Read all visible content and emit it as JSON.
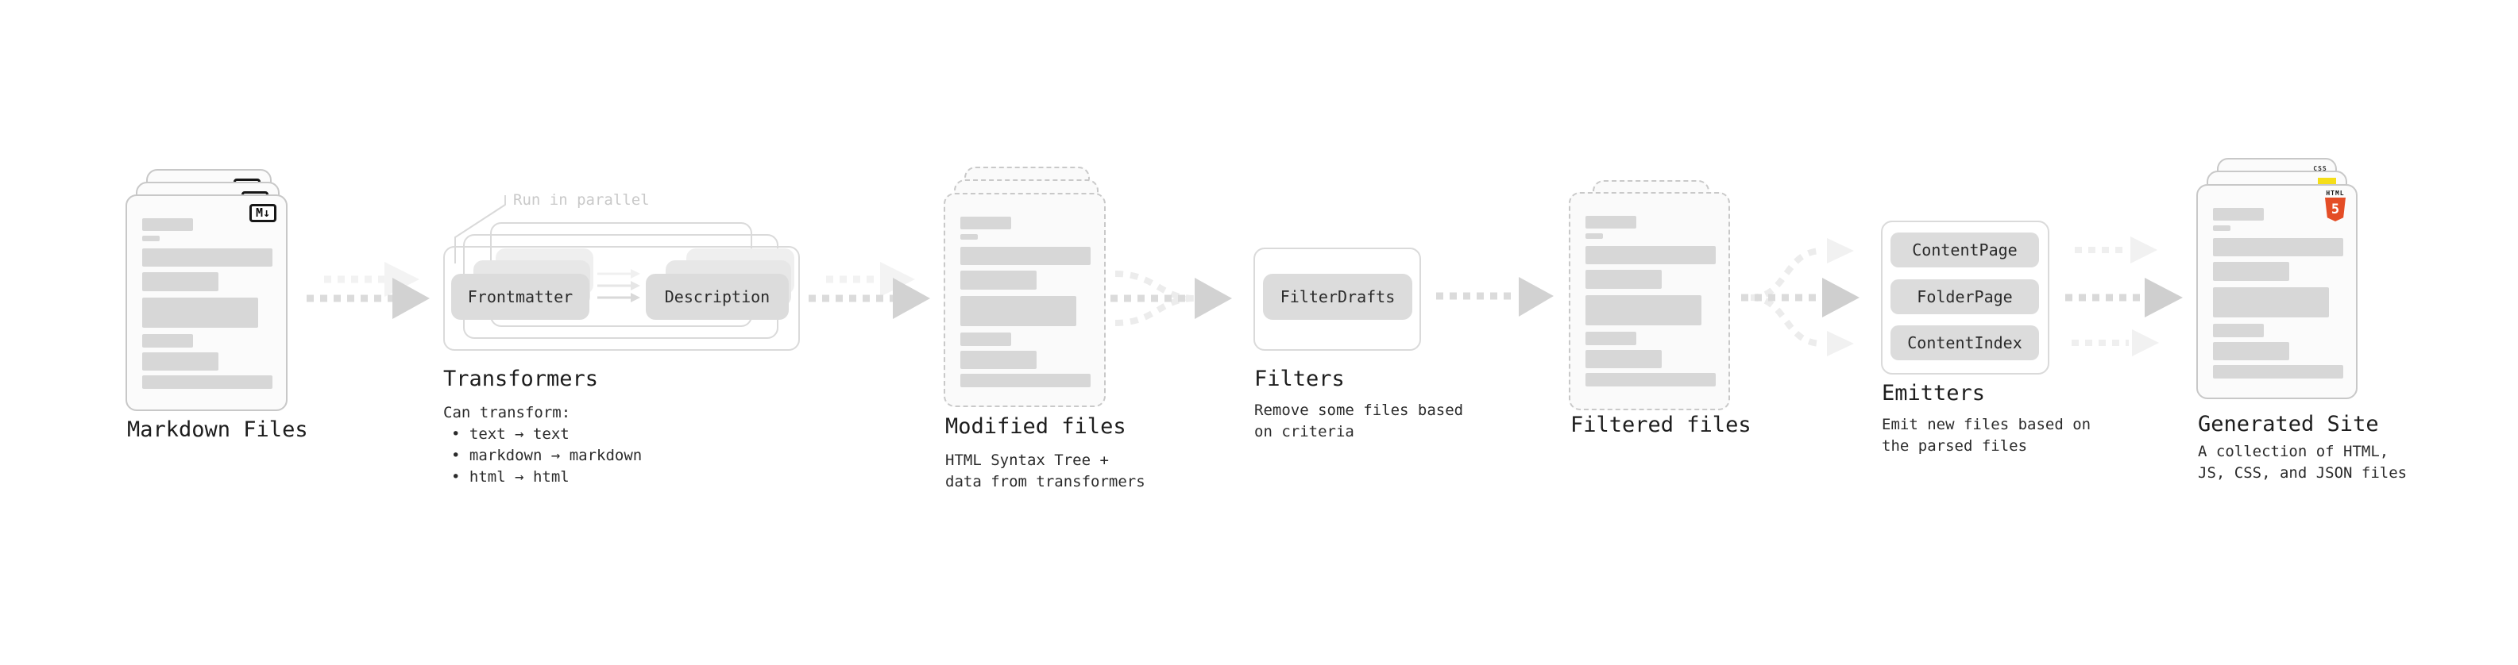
{
  "diagram": {
    "markdown_files": {
      "title": "Markdown Files"
    },
    "transformers": {
      "annotation": "Run in parallel",
      "pill_a": "Frontmatter",
      "pill_b": "Description",
      "title": "Transformers",
      "body_heading": "Can transform:",
      "bullets": [
        "• text → text",
        "• markdown → markdown",
        "• html → html"
      ]
    },
    "modified_files": {
      "title": "Modified files",
      "subtitle": [
        "HTML Syntax Tree +",
        "data from transformers"
      ]
    },
    "filters": {
      "pill": "FilterDrafts",
      "title": "Filters",
      "subtitle": [
        "Remove some files based",
        "on criteria"
      ]
    },
    "filtered_files": {
      "title": "Filtered files"
    },
    "emitters": {
      "pills": [
        "ContentPage",
        "FolderPage",
        "ContentIndex"
      ],
      "title": "Emitters",
      "subtitle": [
        "Emit new files based on",
        "the parsed files"
      ]
    },
    "generated_site": {
      "title": "Generated Site",
      "subtitle": [
        "A collection of HTML,",
        "JS, CSS, and JSON files"
      ]
    }
  },
  "icons": {
    "markdown_badge": "M↓",
    "html5_word": "HTML",
    "html5_digit": "5",
    "css_word": "CSS"
  },
  "colors": {
    "html5_orange": "#e44d26",
    "js_yellow": "#f5de19",
    "css_blue": "#2962ff"
  }
}
